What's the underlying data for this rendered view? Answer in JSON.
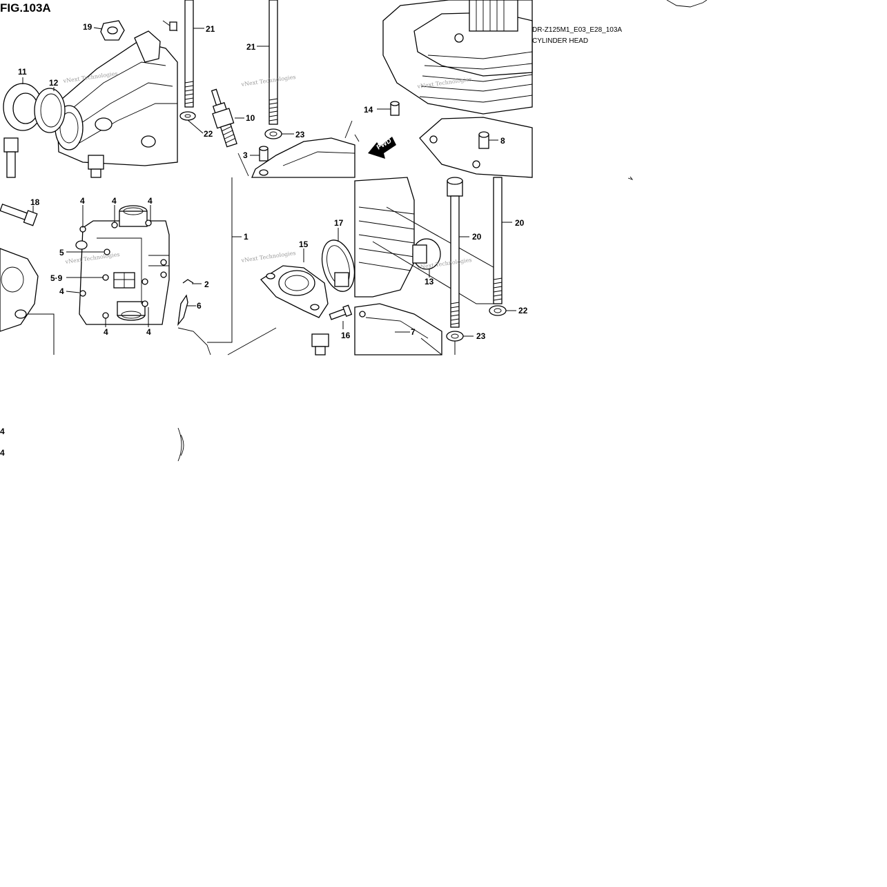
{
  "figure": {
    "title": "FIG.103A",
    "code": "DR-Z125M1_E03_E28_103A",
    "section": "CYLINDER HEAD",
    "direction_label": "FWD",
    "watermark": "vNext Technologies"
  },
  "callouts": [
    {
      "id": "c19",
      "label": "19"
    },
    {
      "id": "c21a",
      "label": "21"
    },
    {
      "id": "c21b",
      "label": "21"
    },
    {
      "id": "c11",
      "label": "11"
    },
    {
      "id": "c12",
      "label": "12"
    },
    {
      "id": "c10",
      "label": "10"
    },
    {
      "id": "c22a",
      "label": "22"
    },
    {
      "id": "c23a",
      "label": "23"
    },
    {
      "id": "c14",
      "label": "14"
    },
    {
      "id": "c3",
      "label": "3"
    },
    {
      "id": "c8",
      "label": "8"
    },
    {
      "id": "c18",
      "label": "18"
    },
    {
      "id": "c4a",
      "label": "4"
    },
    {
      "id": "c4b",
      "label": "4"
    },
    {
      "id": "c4c",
      "label": "4"
    },
    {
      "id": "c1",
      "label": "1"
    },
    {
      "id": "c17",
      "label": "17"
    },
    {
      "id": "c20a",
      "label": "20"
    },
    {
      "id": "c20b",
      "label": "20"
    },
    {
      "id": "c5",
      "label": "5"
    },
    {
      "id": "c15",
      "label": "15"
    },
    {
      "id": "c59",
      "label": "5·9"
    },
    {
      "id": "c13",
      "label": "13"
    },
    {
      "id": "c2",
      "label": "2"
    },
    {
      "id": "c4d",
      "label": "4"
    },
    {
      "id": "c6",
      "label": "6"
    },
    {
      "id": "c22b",
      "label": "22"
    },
    {
      "id": "c16",
      "label": "16"
    },
    {
      "id": "c7",
      "label": "7"
    },
    {
      "id": "c4e",
      "label": "4"
    },
    {
      "id": "c4f",
      "label": "4"
    },
    {
      "id": "c23b",
      "label": "23"
    },
    {
      "id": "c4g",
      "label": "4"
    },
    {
      "id": "c4h",
      "label": "4"
    }
  ]
}
